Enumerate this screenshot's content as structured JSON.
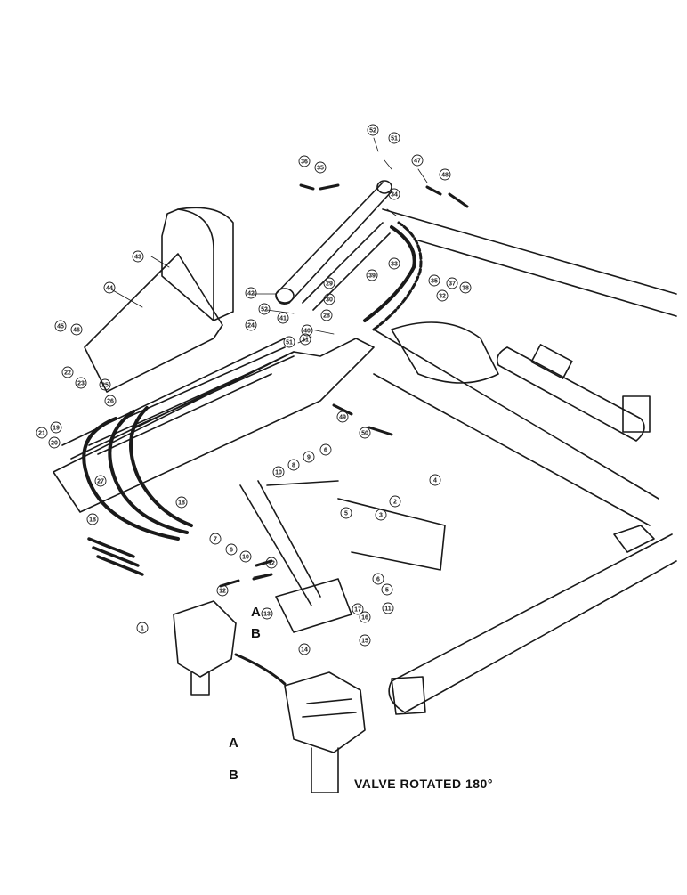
{
  "diagram": {
    "caption": "VALVE ROTATED 180°",
    "port_labels": [
      "A",
      "B",
      "A",
      "B"
    ],
    "callouts": [
      "52",
      "51",
      "36",
      "35",
      "47",
      "48",
      "34",
      "43",
      "44",
      "33",
      "35",
      "37",
      "38",
      "42",
      "29",
      "30",
      "39",
      "32",
      "41",
      "40",
      "28",
      "24",
      "52",
      "31",
      "51",
      "45",
      "46",
      "22",
      "23",
      "25",
      "26",
      "21",
      "19",
      "20",
      "27",
      "49",
      "50",
      "10",
      "8",
      "9",
      "6",
      "4",
      "2",
      "3",
      "5",
      "7",
      "6",
      "10",
      "12",
      "12",
      "18",
      "18",
      "5",
      "6",
      "11",
      "16",
      "17",
      "13",
      "14",
      "15",
      "1"
    ],
    "ink_color": "#1a1a1a",
    "background_color": "#ffffff"
  }
}
